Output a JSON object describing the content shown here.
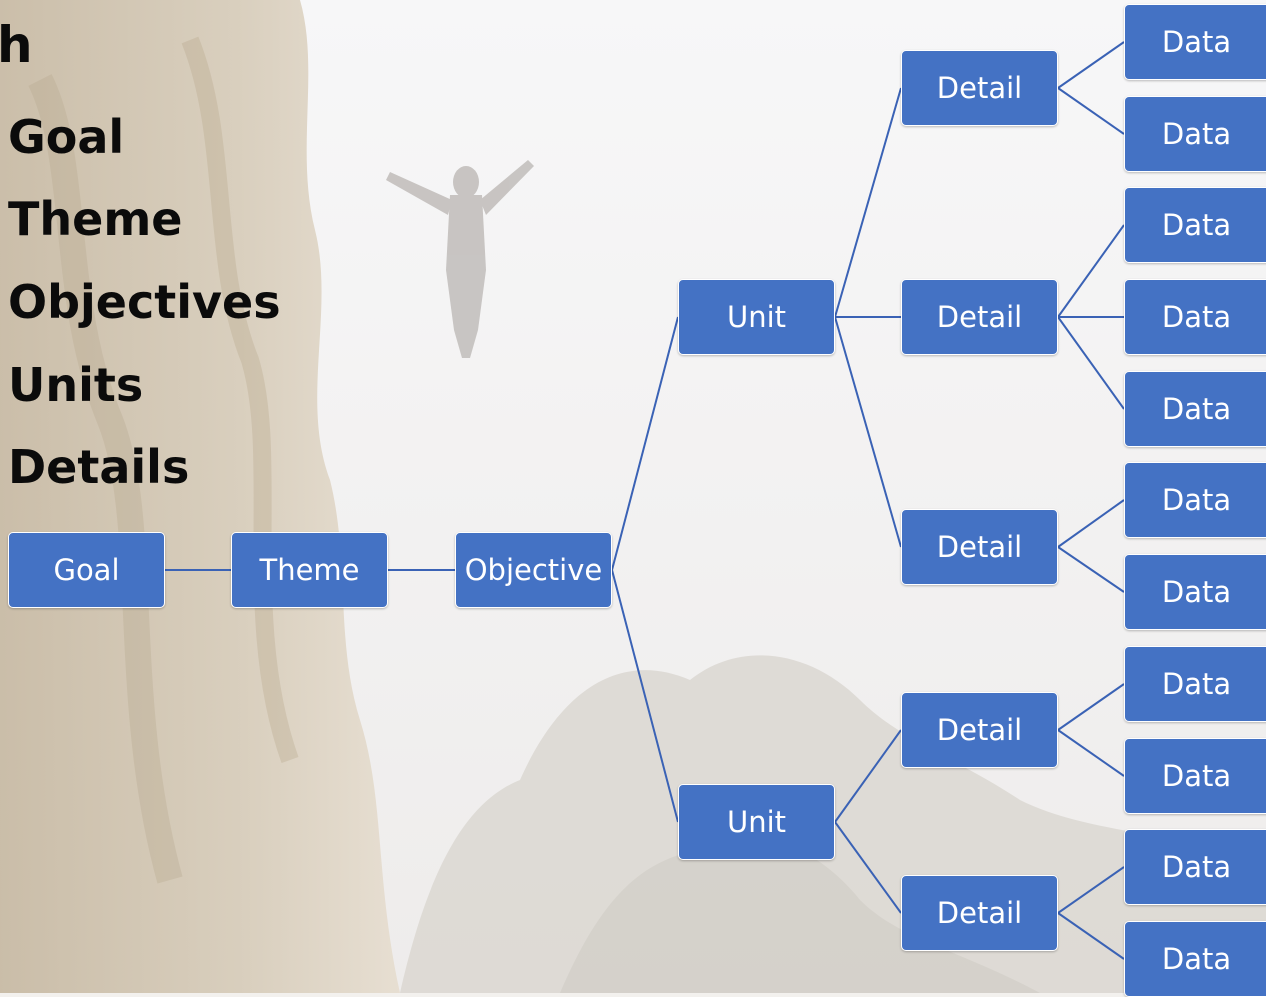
{
  "heading": "h",
  "bullets": [
    "Goal",
    "Theme",
    "Objectives",
    "Units",
    "Details"
  ],
  "colors": {
    "node_fill": "#4472c4",
    "connector": "#3a62b5",
    "node_text": "#ffffff",
    "heading_text": "#0b0b0b"
  },
  "diagram": {
    "goal": "Goal",
    "theme": "Theme",
    "objective": "Objective",
    "units": [
      {
        "label": "Unit",
        "details": [
          {
            "label": "Detail",
            "data": [
              "Data",
              "Data"
            ]
          },
          {
            "label": "Detail",
            "data": [
              "Data",
              "Data",
              "Data"
            ]
          },
          {
            "label": "Detail",
            "data": [
              "Data",
              "Data"
            ]
          }
        ]
      },
      {
        "label": "Unit",
        "details": [
          {
            "label": "Detail",
            "data": [
              "Data",
              "Data"
            ]
          },
          {
            "label": "Detail",
            "data": [
              "Data",
              "Data"
            ]
          }
        ]
      }
    ]
  }
}
